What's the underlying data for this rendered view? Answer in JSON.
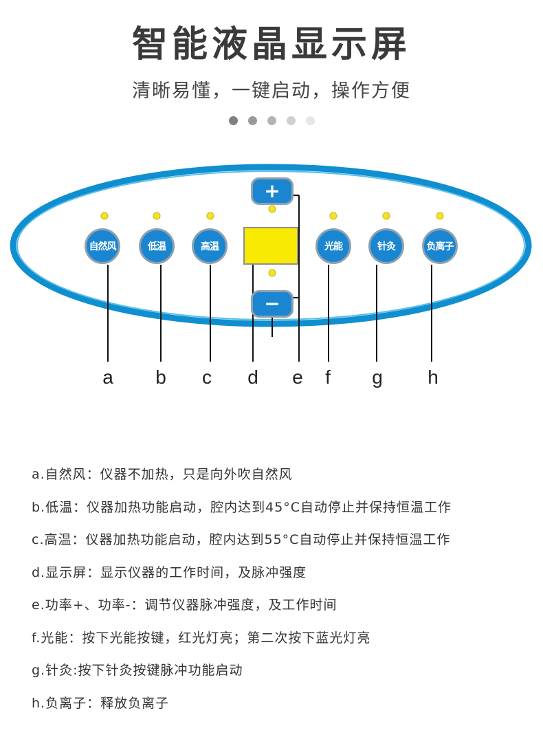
{
  "header": {
    "title": "智能液晶显示屏",
    "subtitle": "清晰易懂，一键启动，操作方便"
  },
  "carousel": {
    "dot_count": 5,
    "active_index": 0
  },
  "panel": {
    "buttons": [
      {
        "id": "a",
        "label": "自然风"
      },
      {
        "id": "b",
        "label": "低温"
      },
      {
        "id": "c",
        "label": "高温"
      },
      {
        "id": "f",
        "label": "光能"
      },
      {
        "id": "g",
        "label": "针灸"
      },
      {
        "id": "h",
        "label": "负离子"
      }
    ],
    "plus_label": "+",
    "minus_label": "−",
    "letters": [
      "a",
      "b",
      "c",
      "d",
      "e",
      "f",
      "g",
      "h"
    ]
  },
  "legend": [
    "a.自然风：仪器不加热，只是向外吹自然风",
    "b.低温：仪器加热功能启动，腔内达到45°C自动停止并保持恒温工作",
    "c.高温：仪器加热功能启动，腔内达到55°C自动停止并保持恒温工作",
    "d.显示屏：显示仪器的工作时间，及脉冲强度",
    "e.功率+、功率-：调节仪器脉冲强度，及工作时间",
    "f.光能：按下光能按键，红光灯亮；第二次按下蓝光灯亮",
    "g.针灸:按下针灸按键脉冲功能启动",
    "h.负离子：释放负离子"
  ],
  "colors": {
    "ring": "#1e9ad6",
    "button": "#1a86d1",
    "indicator": "#f3e22b",
    "display": "#f8ea00"
  }
}
